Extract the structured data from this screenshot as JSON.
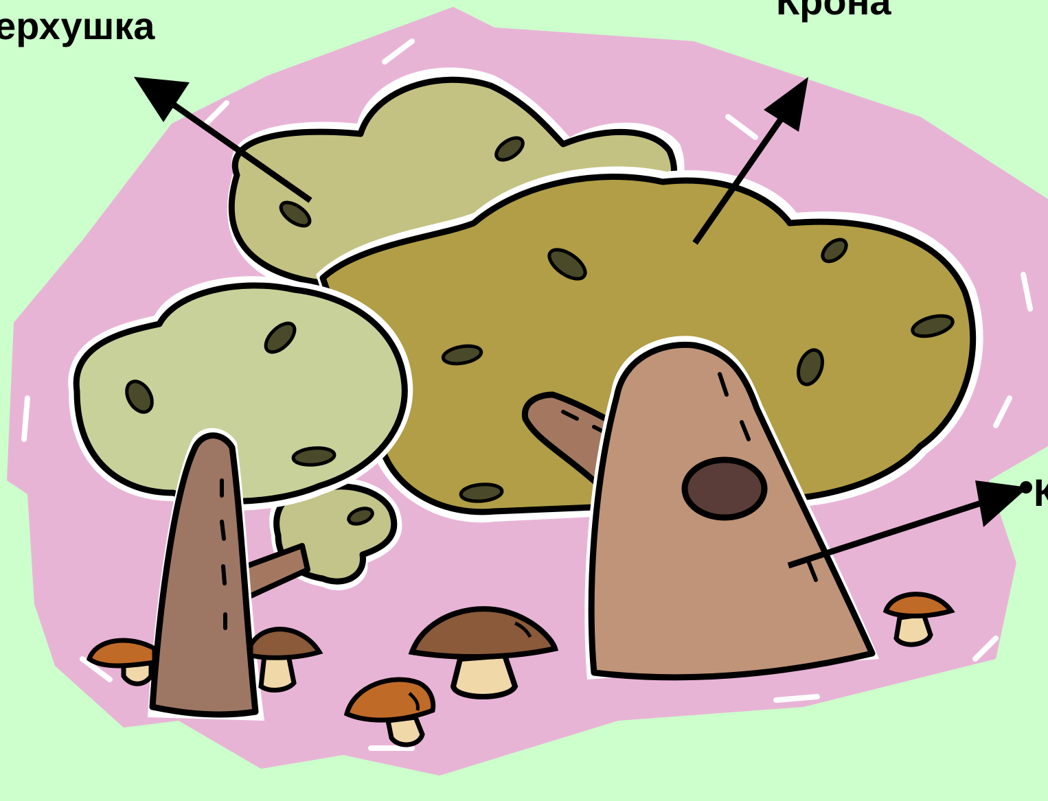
{
  "labels": {
    "top_left": "ерхушка",
    "top_right": "Крона",
    "right": "К"
  },
  "colors": {
    "background": "#ccffcc",
    "blob": "#e8b4d6",
    "outline": "#000000",
    "crown_back": "#c4c283",
    "crown_main": "#b19e46",
    "crown_left": "#c8d19a",
    "crown_small": "#c2c489",
    "spot": "#4a4a2a",
    "trunk_big": "#c09479",
    "trunk_small": "#9e7664",
    "branch": "#a47860",
    "hollow": "#5a3d38",
    "mushroom_cap_brown": "#8a5a3a",
    "mushroom_cap_orange": "#c06a28",
    "mushroom_stem": "#f0d8a8"
  },
  "icons": [
    "tree-cluster-illustration",
    "mushroom-icon",
    "arrow-icon"
  ]
}
